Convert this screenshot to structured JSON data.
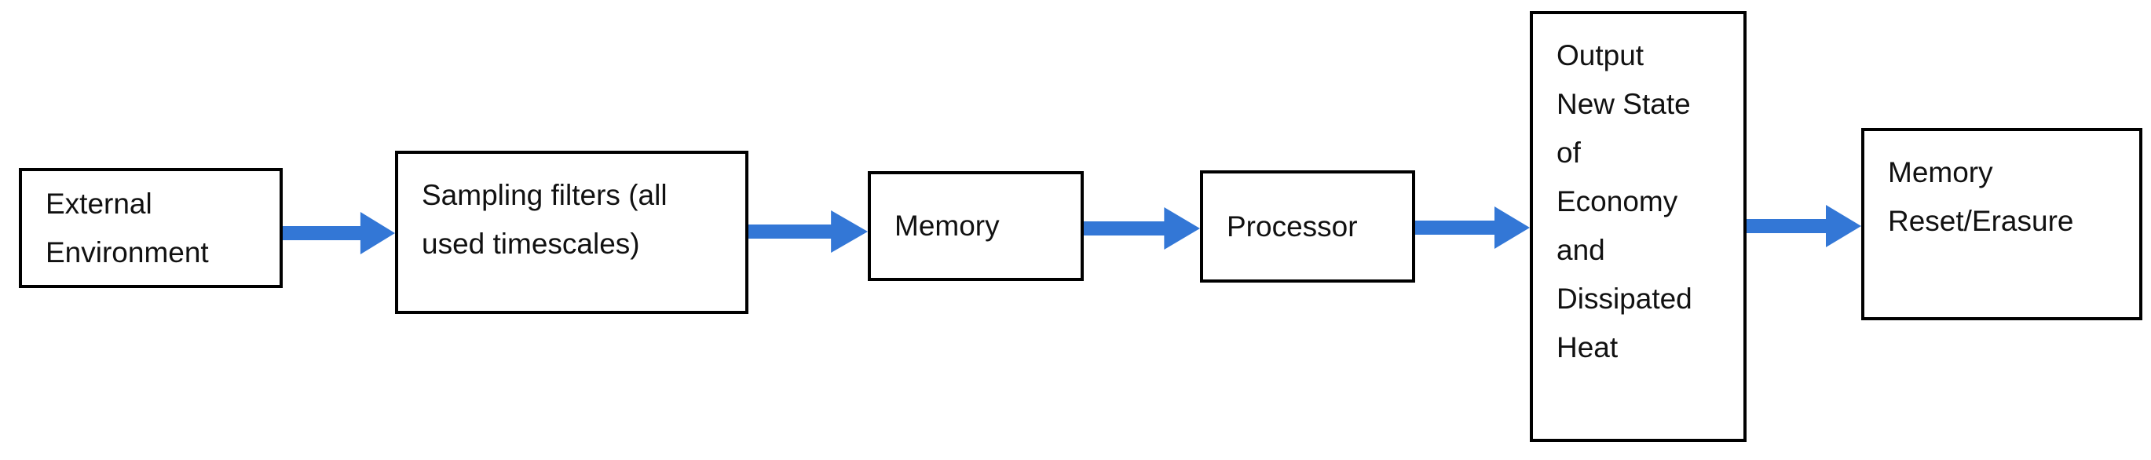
{
  "diagram": {
    "type": "flowchart",
    "background_color": "#ffffff",
    "box_border_color": "#000000",
    "text_color": "#111111",
    "arrow_color": "#3377d6",
    "nodes": [
      {
        "id": "external-environment",
        "label": "External\nEnvironment"
      },
      {
        "id": "sampling-filters",
        "label": "Sampling filters (all\nused timescales)"
      },
      {
        "id": "memory",
        "label": "Memory"
      },
      {
        "id": "processor",
        "label": "Processor"
      },
      {
        "id": "output-state",
        "label": "Output\nNew State\nof\nEconomy\nand\nDissipated\nHeat"
      },
      {
        "id": "memory-reset",
        "label": "Memory\nReset/Erasure"
      }
    ],
    "edges": [
      {
        "from": "external-environment",
        "to": "sampling-filters"
      },
      {
        "from": "sampling-filters",
        "to": "memory"
      },
      {
        "from": "memory",
        "to": "processor"
      },
      {
        "from": "processor",
        "to": "output-state"
      },
      {
        "from": "output-state",
        "to": "memory-reset"
      }
    ]
  }
}
